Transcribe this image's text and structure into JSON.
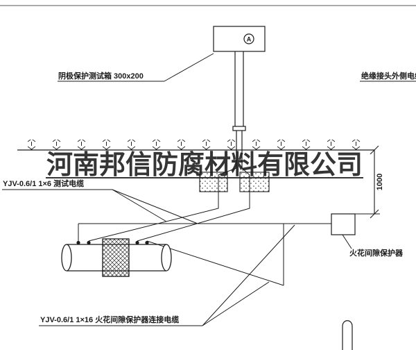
{
  "watermark": "河南邦信防腐材料有限公司",
  "labels": {
    "test_box": "阴极保护测试箱 300x200",
    "insulated_joint_cable": "绝缘接头外侧电缆",
    "test_cable": "YJV-0.6/1 1×6  测试电缆",
    "spark_gap": "火花间隙保护器",
    "spark_gap_cable": "YJV-0.6/1 1×16  火花间隙保护器连接电缆",
    "dimension": "1000",
    "meter_symbol": "A"
  },
  "colors": {
    "line": "#1a1a1a",
    "background": "#ffffff",
    "watermark": "#1b1b1b"
  }
}
